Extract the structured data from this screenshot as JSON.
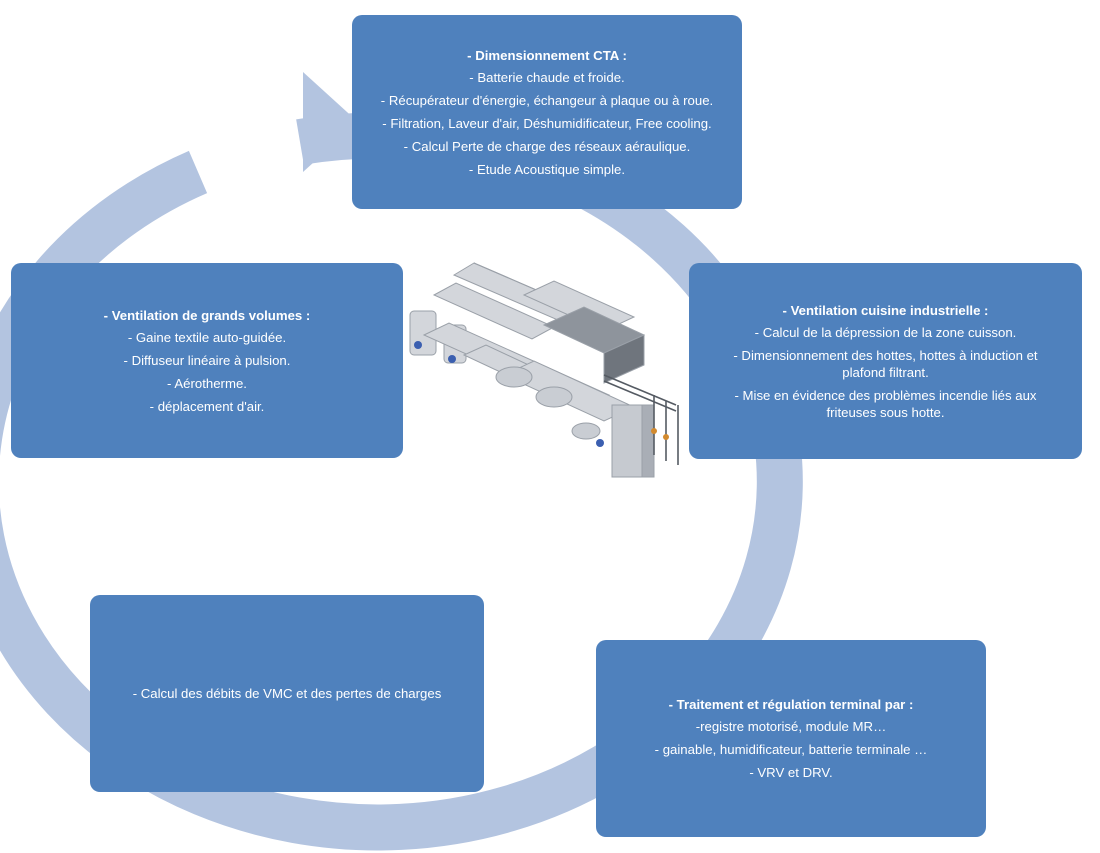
{
  "colors": {
    "box_fill": "#4f81bd",
    "ring": "#b3c4e0",
    "text": "#ffffff"
  },
  "image": {
    "icon": "hvac-ductwork-3d-model"
  },
  "boxes": {
    "cta": {
      "title": "- Dimensionnement CTA :",
      "lines": [
        "- Batterie chaude et froide.",
        "- Récupérateur d'énergie, échangeur à plaque ou à roue.",
        "- Filtration, Laveur d'air, Déshumidificateur, Free cooling.",
        "- Calcul Perte de charge des réseaux aéraulique.",
        "- Etude Acoustique simple."
      ]
    },
    "cuisine": {
      "title": "- Ventilation cuisine industrielle :",
      "lines": [
        "- Calcul de la dépression de la zone cuisson.",
        "- Dimensionnement des hottes, hottes à induction et plafond filtrant.",
        "- Mise en évidence des problèmes incendie liés aux friteuses sous hotte."
      ]
    },
    "grands_volumes": {
      "title": "- Ventilation de grands volumes :",
      "lines": [
        "- Gaine textile auto-guidée.",
        "- Diffuseur linéaire à pulsion.",
        "- Aérotherme.",
        "- déplacement d'air."
      ]
    },
    "vmc": {
      "lines": [
        "- Calcul des débits de VMC et des pertes de charges"
      ]
    },
    "terminal": {
      "title": "- Traitement et régulation terminal par :",
      "lines": [
        "-registre motorisé, module MR…",
        "- gainable, humidificateur, batterie terminale …",
        "- VRV et DRV."
      ]
    }
  }
}
